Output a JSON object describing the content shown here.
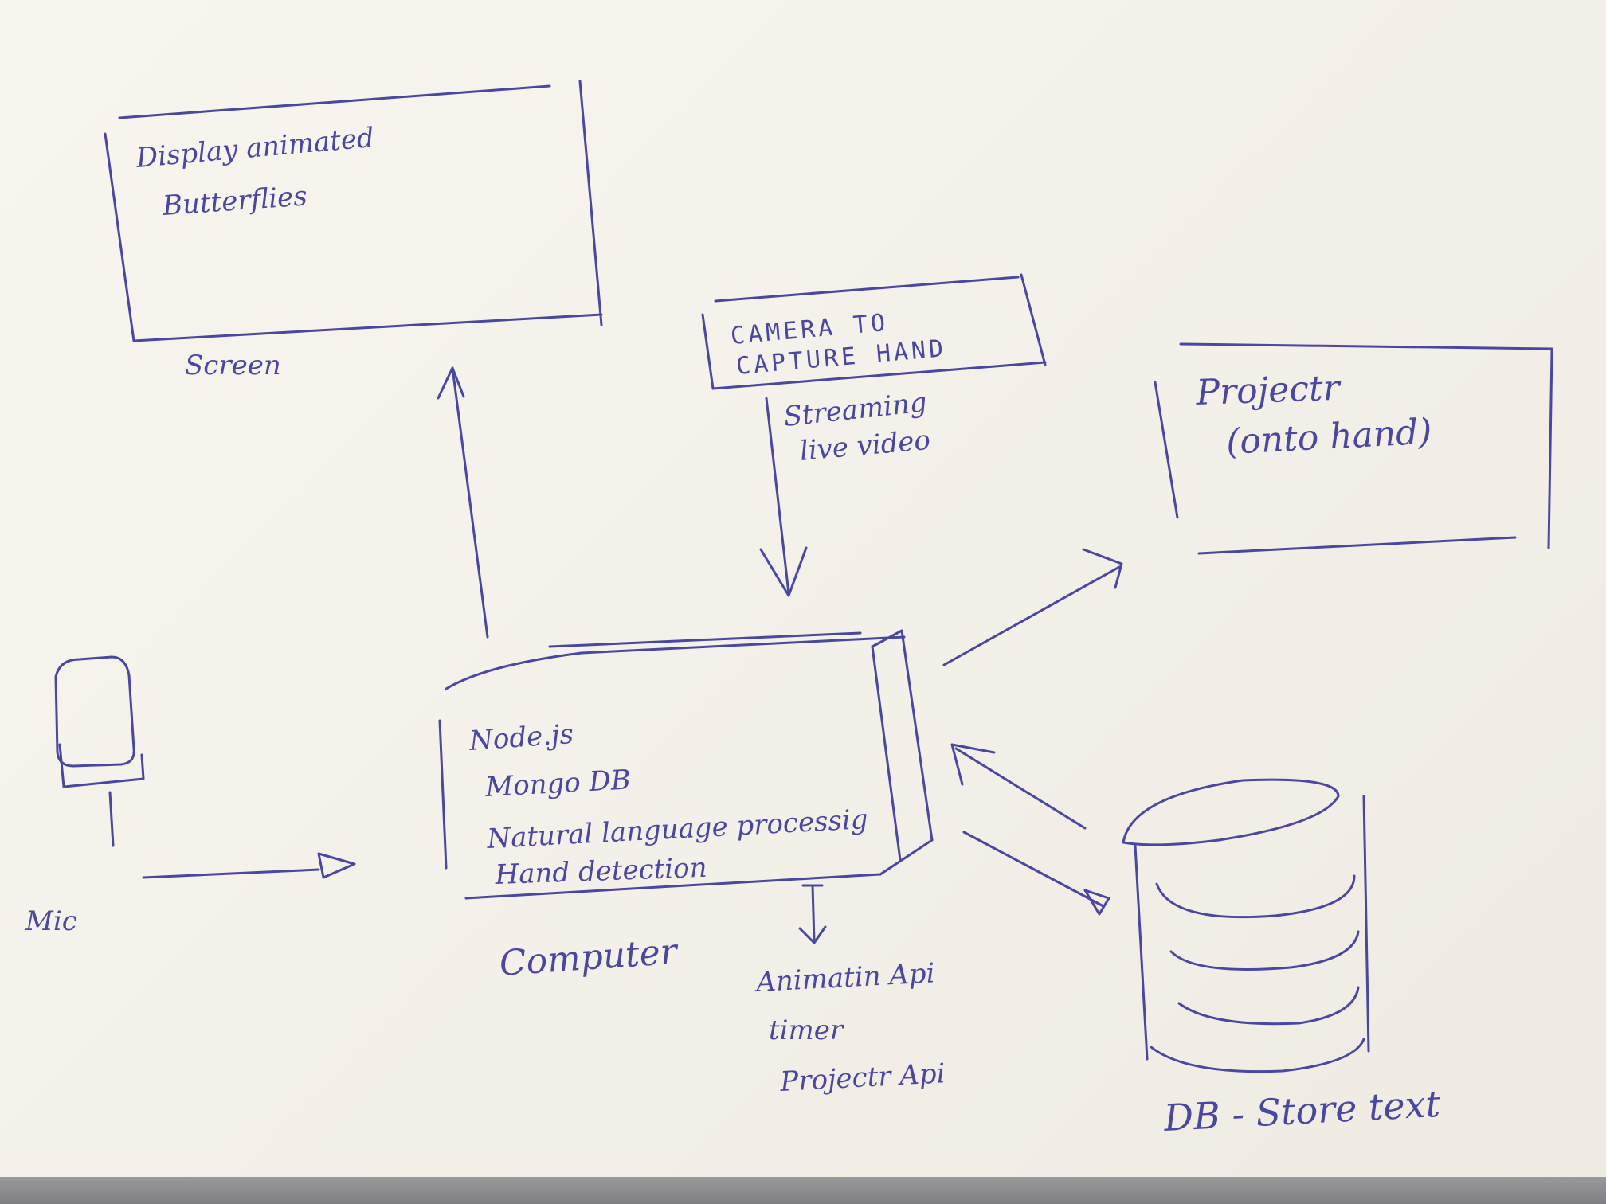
{
  "diagram": {
    "screen": {
      "content_line1": "Display animated",
      "content_line2": "Butterflies",
      "label": "Screen"
    },
    "camera": {
      "line1": "CAMERA TO",
      "line2": "CAPTURE HAND",
      "stream_line1": "Streaming",
      "stream_line2": "live video"
    },
    "projector": {
      "line1": "Projectr",
      "line2": "(onto hand)"
    },
    "computer": {
      "items": [
        "Node.js",
        "Mongo DB",
        "Natural language processig",
        "Hand detection"
      ],
      "label": "Computer",
      "apis": [
        "Animatin Api",
        "timer",
        "Projectr Api"
      ]
    },
    "mic": {
      "label": "Mic"
    },
    "db": {
      "label": "DB - Store text"
    }
  },
  "ink_color": "#4a47a0"
}
